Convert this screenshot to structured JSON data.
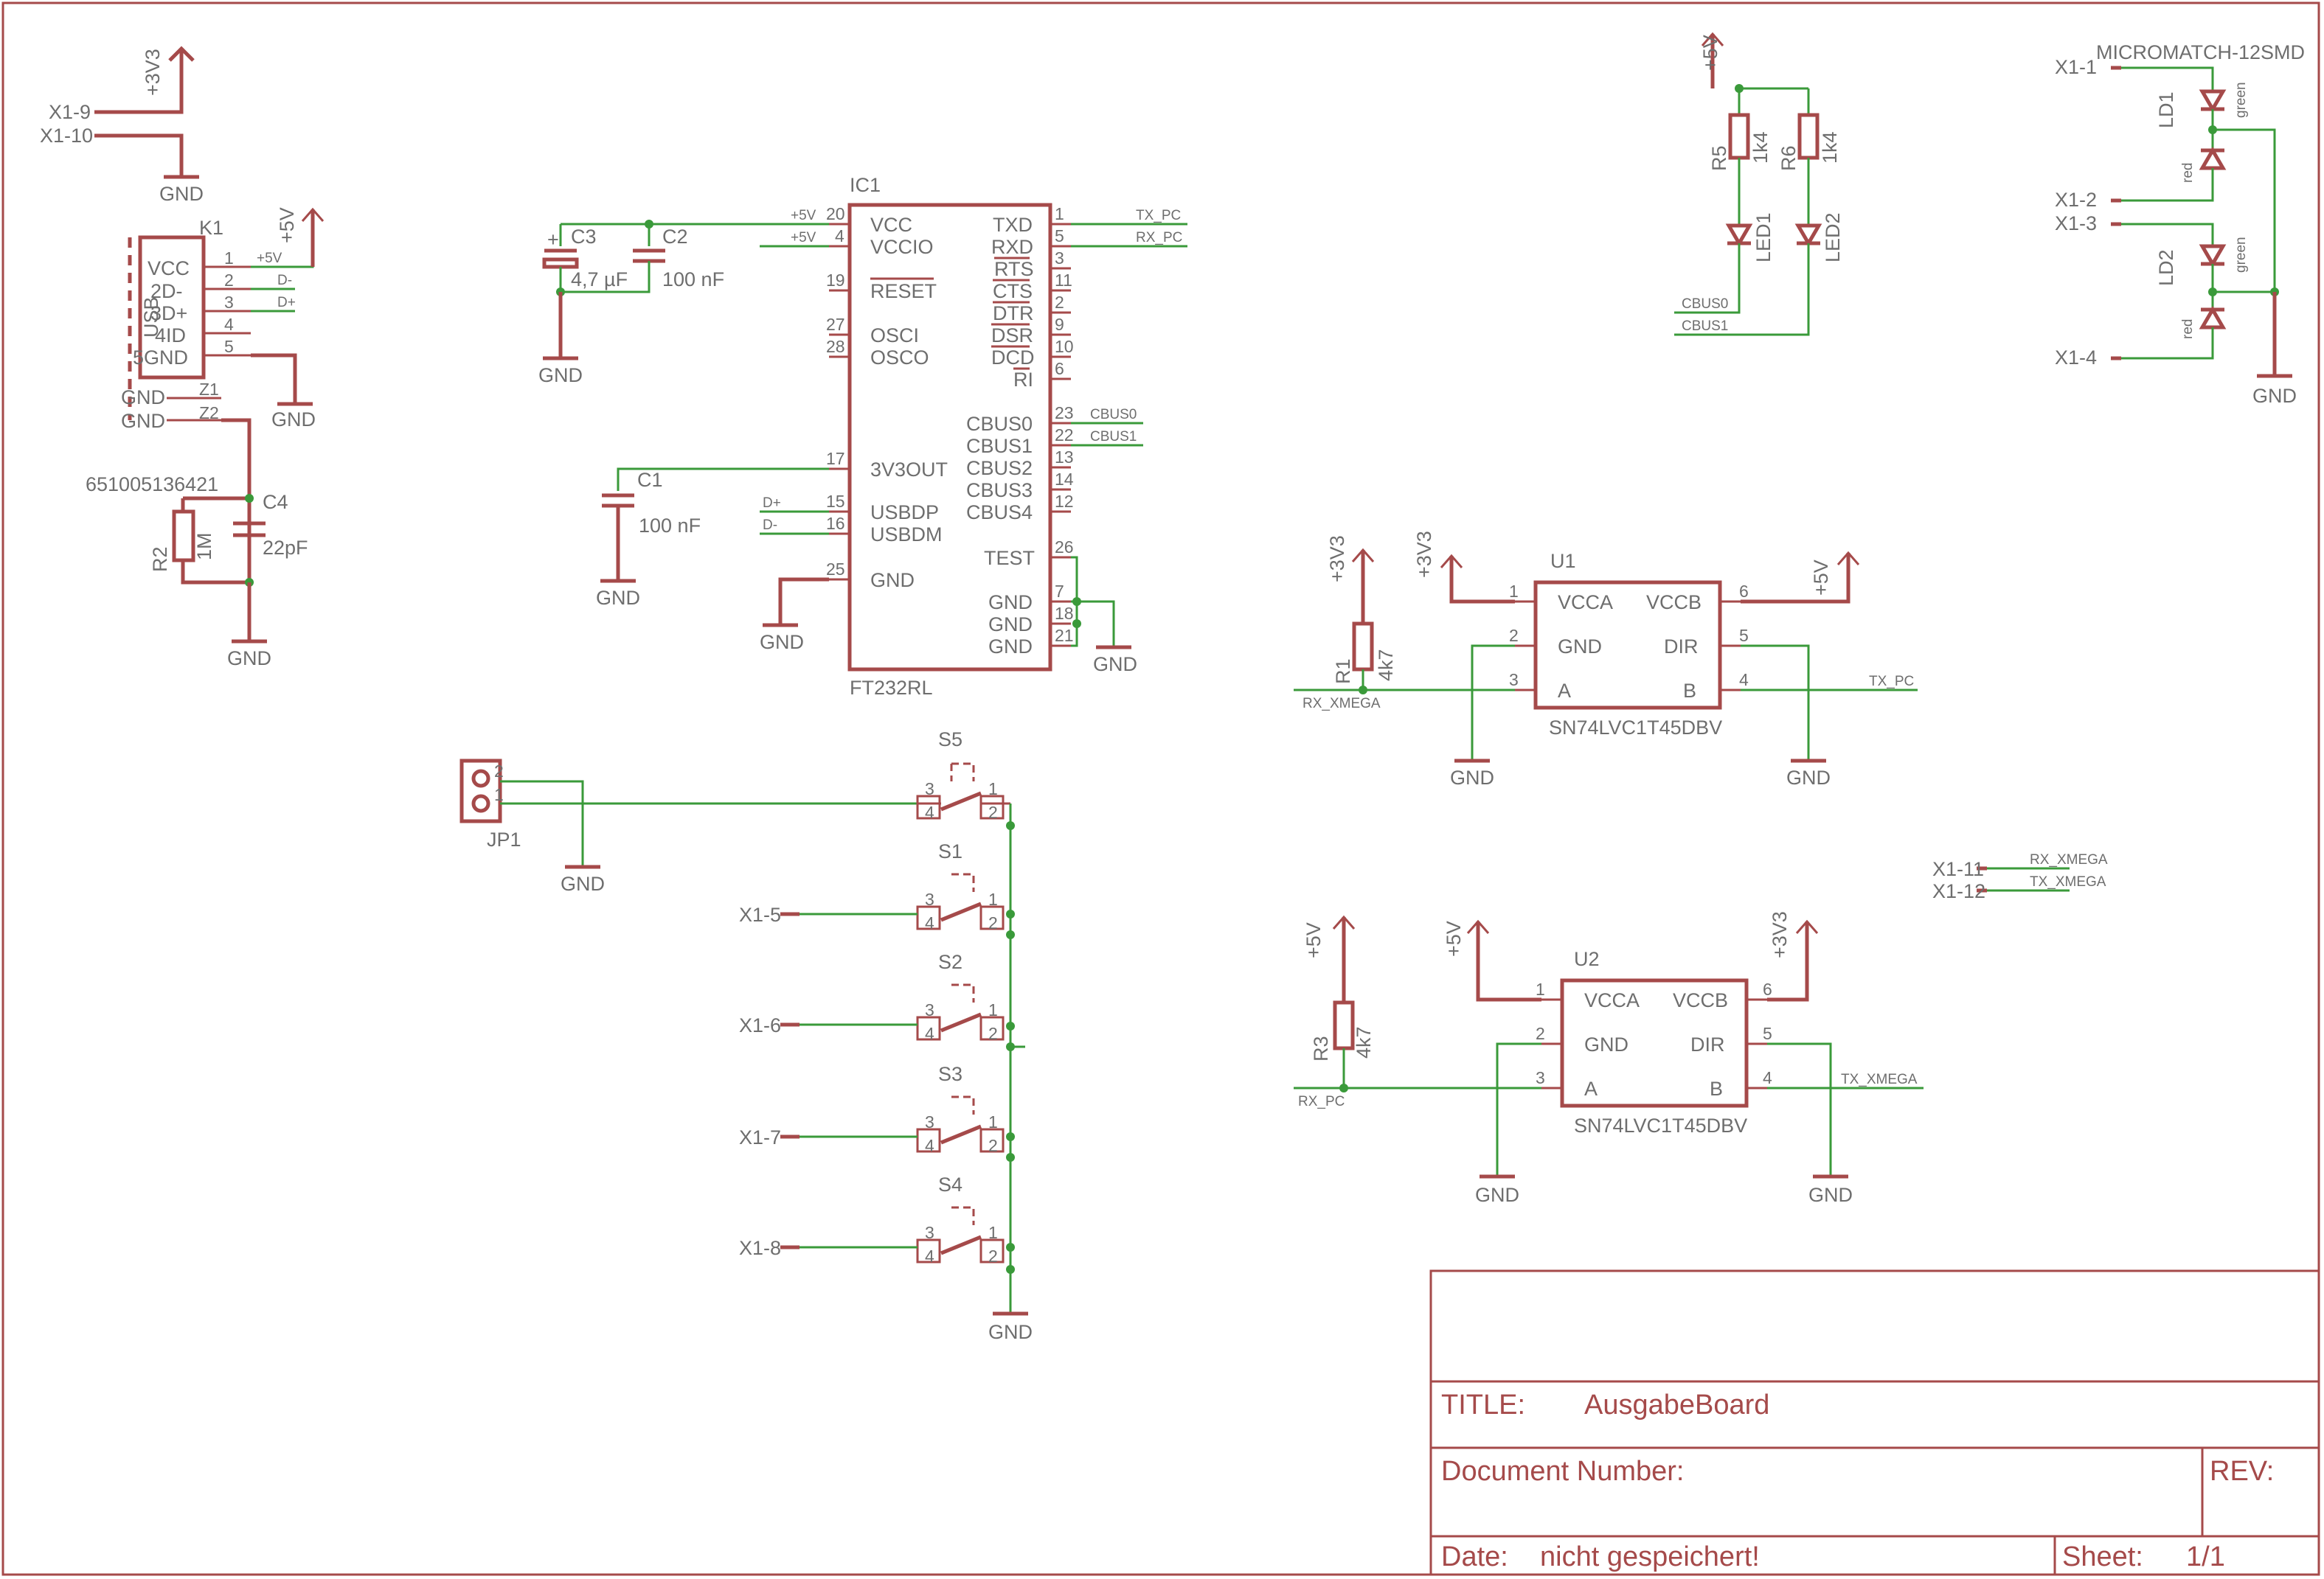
{
  "title_block": {
    "title_label": "TITLE:",
    "title_value": "AusgabeBoard",
    "docnum_label": "Document Number:",
    "rev_label": "REV:",
    "date_label": "Date:",
    "date_value": "nicht gespeichert!",
    "sheet_label": "Sheet:",
    "sheet_value": "1/1"
  },
  "labels": {
    "gnd": "GND",
    "p5v": "+5V",
    "p3v3": "+3V3",
    "x1_1": "X1-1",
    "x1_2": "X1-2",
    "x1_3": "X1-3",
    "x1_4": "X1-4",
    "x1_5": "X1-5",
    "x1_6": "X1-6",
    "x1_7": "X1-7",
    "x1_8": "X1-8",
    "x1_9": "X1-9",
    "x1_10": "X1-10",
    "x1_11": "X1-11",
    "x1_12": "X1-12",
    "k1": "K1",
    "usb": "USB",
    "k1_part": "651005136421",
    "k1_vcc": "VCC",
    "k1_dm": "2D-",
    "k1_dp": "3D+",
    "k1_id": "4ID",
    "k1_gnd": "5GND",
    "k1_z1": "Z1",
    "k1_z2": "Z2",
    "r2": "R2",
    "r2_val": "1M",
    "c4": "C4",
    "c4_val": "22pF",
    "c3": "C3",
    "c3_val": "4,7 µF",
    "c2": "C2",
    "c2_val": "100 nF",
    "c1": "C1",
    "c1_val": "100 nF",
    "ic1": "IC1",
    "ic1_part": "FT232RL",
    "vcc": "VCC",
    "vccio": "VCCIO",
    "reset": "RESET",
    "osci": "OSCI",
    "osco": "OSCO",
    "v3out": "3V3OUT",
    "usbdp": "USBDP",
    "usbdm": "USBDM",
    "txd": "TXD",
    "rxd": "RXD",
    "rts": "RTS",
    "cts": "CTS",
    "dtr": "DTR",
    "dsr": "DSR",
    "dcd": "DCD",
    "ri": "RI",
    "cbus0": "CBUS0",
    "cbus1": "CBUS1",
    "cbus2": "CBUS2",
    "cbus3": "CBUS3",
    "cbus4": "CBUS4",
    "test": "TEST",
    "net_tx_pc": "TX_PC",
    "net_rx_pc": "RX_PC",
    "net_cbus0": "CBUS0",
    "net_cbus1": "CBUS1",
    "net_dp": "D+",
    "net_dm": "D-",
    "net_rx_xmega": "RX_XMEGA",
    "net_tx_xmega": "TX_XMEGA",
    "r5": "R5",
    "r6": "R6",
    "r1": "R1",
    "r3": "R3",
    "val_1k4": "1k4",
    "val_4k7": "4k7",
    "led1": "LED1",
    "led2": "LED2",
    "ld1": "LD1",
    "ld2": "LD2",
    "green": "green",
    "red": "red",
    "micromatch": "MICROMATCH-12SMD",
    "u1": "U1",
    "u2": "U2",
    "sn": "SN74LVC1T45DBV",
    "vcca": "VCCA",
    "vccb": "VCCB",
    "dir": "DIR",
    "pa": "A",
    "pb": "B",
    "jp1": "JP1",
    "s1": "S1",
    "s2": "S2",
    "s3": "S3",
    "s4": "S4",
    "s5": "S5",
    "n1": "1",
    "n2": "2",
    "n3": "3",
    "n4": "4",
    "n5": "5",
    "n6": "6",
    "n7": "7",
    "n9": "9",
    "n10": "10",
    "n11": "11",
    "n12": "12",
    "n13": "13",
    "n14": "14",
    "n15": "15",
    "n16": "16",
    "n17": "17",
    "n18": "18",
    "n19": "19",
    "n20": "20",
    "n21": "21",
    "n22": "22",
    "n23": "23",
    "n25": "25",
    "n26": "26",
    "n27": "27",
    "n28": "28"
  }
}
